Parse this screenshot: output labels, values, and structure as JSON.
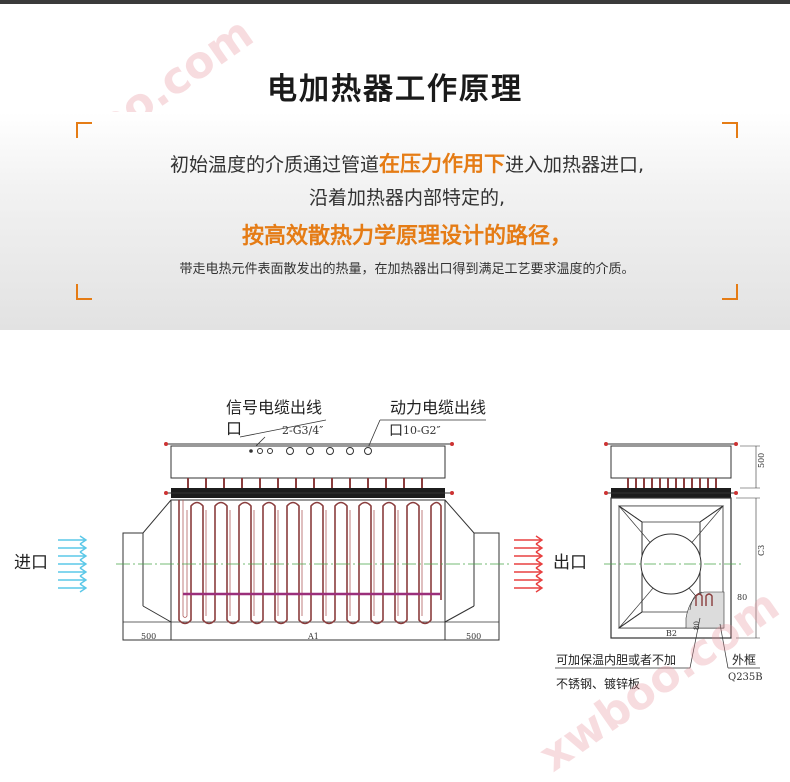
{
  "header": {
    "title": "电加热器工作原理"
  },
  "intro": {
    "line1_prefix": "初始温度的介质通过管道",
    "line1_highlight": "在压力作用下",
    "line1_suffix": "进入加热器进口,",
    "line2": "沿着加热器内部特定的,",
    "line3": "按高效散热力学原理设计的路径，",
    "line4": "带走电热元件表面散发出的热量，在加热器出口得到满足工艺要求温度的介质。"
  },
  "watermark": "xwboo.com",
  "diagram": {
    "front": {
      "signal_label": "信号电缆出线",
      "signal_mouth": "口",
      "signal_spec": "2-G3/4″",
      "power_label": "动力电缆出线",
      "power_mouth": "口",
      "power_spec": "10-G2″",
      "inlet_label": "进口",
      "outlet_label": "出口",
      "dim_left": "500",
      "dim_mid": "A1",
      "dim_right": "500"
    },
    "side": {
      "dim_top": "500",
      "dim_c": "C3",
      "dim_80a": "80",
      "dim_80b": "80",
      "dim_b2": "B2",
      "liner_line1": "可加保温内胆或者不加",
      "liner_line2": "不锈钢、镀锌板",
      "frame_label": "外框",
      "frame_material": "Q235B"
    }
  },
  "colors": {
    "accent": "#e57c15",
    "inlet_arrow": "#5bc8e8",
    "outlet_arrow": "#e84040",
    "heater_tube": "#8a3d3d"
  }
}
